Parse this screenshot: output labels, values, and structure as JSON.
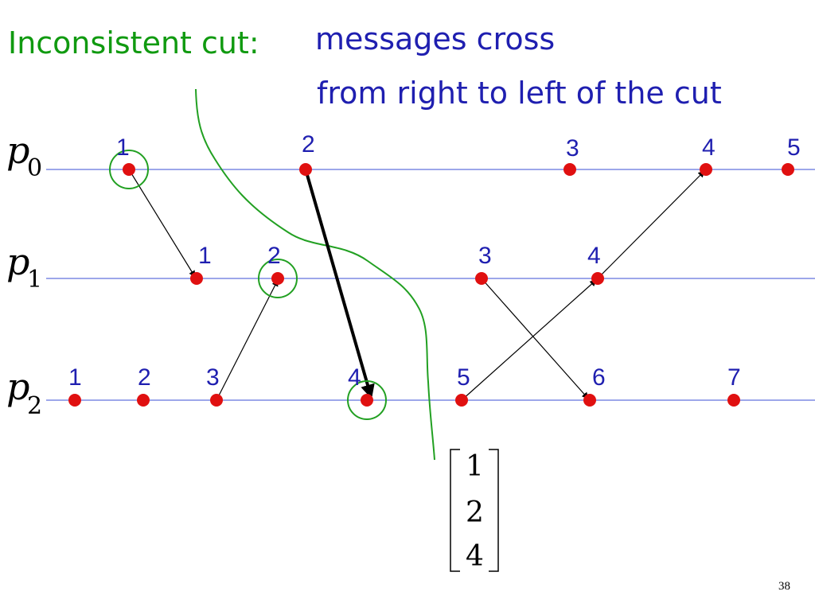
{
  "title": {
    "label": "Inconsistent cut:",
    "line1": "messages cross",
    "line2": "from right to left of the cut"
  },
  "processes": [
    {
      "name": "p",
      "index": "0",
      "events": [
        {
          "label": "1",
          "circled": true
        },
        {
          "label": "2",
          "circled": false
        },
        {
          "label": "3",
          "circled": false
        },
        {
          "label": "4",
          "circled": false
        },
        {
          "label": "5",
          "circled": false
        }
      ]
    },
    {
      "name": "p",
      "index": "1",
      "events": [
        {
          "label": "1",
          "circled": false
        },
        {
          "label": "2",
          "circled": true
        },
        {
          "label": "3",
          "circled": false
        },
        {
          "label": "4",
          "circled": false
        }
      ]
    },
    {
      "name": "p",
      "index": "2",
      "events": [
        {
          "label": "1",
          "circled": false
        },
        {
          "label": "2",
          "circled": false
        },
        {
          "label": "3",
          "circled": false
        },
        {
          "label": "4",
          "circled": true
        },
        {
          "label": "5",
          "circled": false
        },
        {
          "label": "6",
          "circled": false
        },
        {
          "label": "7",
          "circled": false
        }
      ]
    }
  ],
  "messages": [
    {
      "from": [
        0,
        1
      ],
      "to": [
        1,
        1
      ],
      "emphasis": false
    },
    {
      "from": [
        2,
        3
      ],
      "to": [
        1,
        2
      ],
      "emphasis": false
    },
    {
      "from": [
        0,
        2
      ],
      "to": [
        2,
        4
      ],
      "emphasis": true
    },
    {
      "from": [
        1,
        3
      ],
      "to": [
        2,
        6
      ],
      "emphasis": false
    },
    {
      "from": [
        2,
        5
      ],
      "to": [
        1,
        4
      ],
      "emphasis": false
    },
    {
      "from": [
        1,
        4
      ],
      "to": [
        0,
        4
      ],
      "emphasis": false
    }
  ],
  "cut_vector": [
    "1",
    "2",
    "4"
  ],
  "page_number": "38",
  "colors": {
    "timeline": "#3b4fd6",
    "event": "#e01010",
    "cut": "#22a022",
    "label": "#1f1fb0",
    "title_green": "#109a10"
  }
}
